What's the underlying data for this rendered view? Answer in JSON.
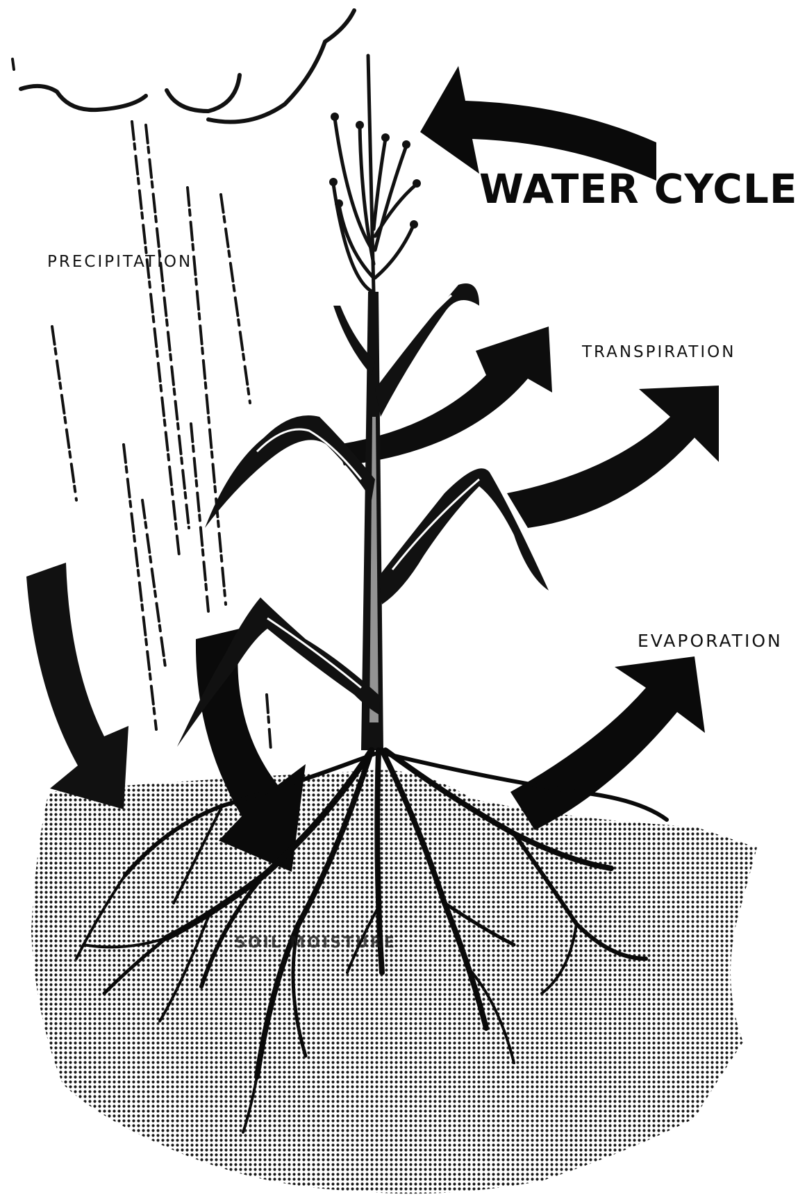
{
  "title": "WATER CYCLE",
  "labels": {
    "precipitation": "PRECIPITATION",
    "transpiration": "TRANSPIRATION",
    "evaporation": "EVAPORATION",
    "soil_moisture": "SOIL MOISTURE"
  },
  "colors": {
    "ink": "#0a0a0a",
    "paper": "#ffffff",
    "soil_dots": "#1a1a1a"
  }
}
